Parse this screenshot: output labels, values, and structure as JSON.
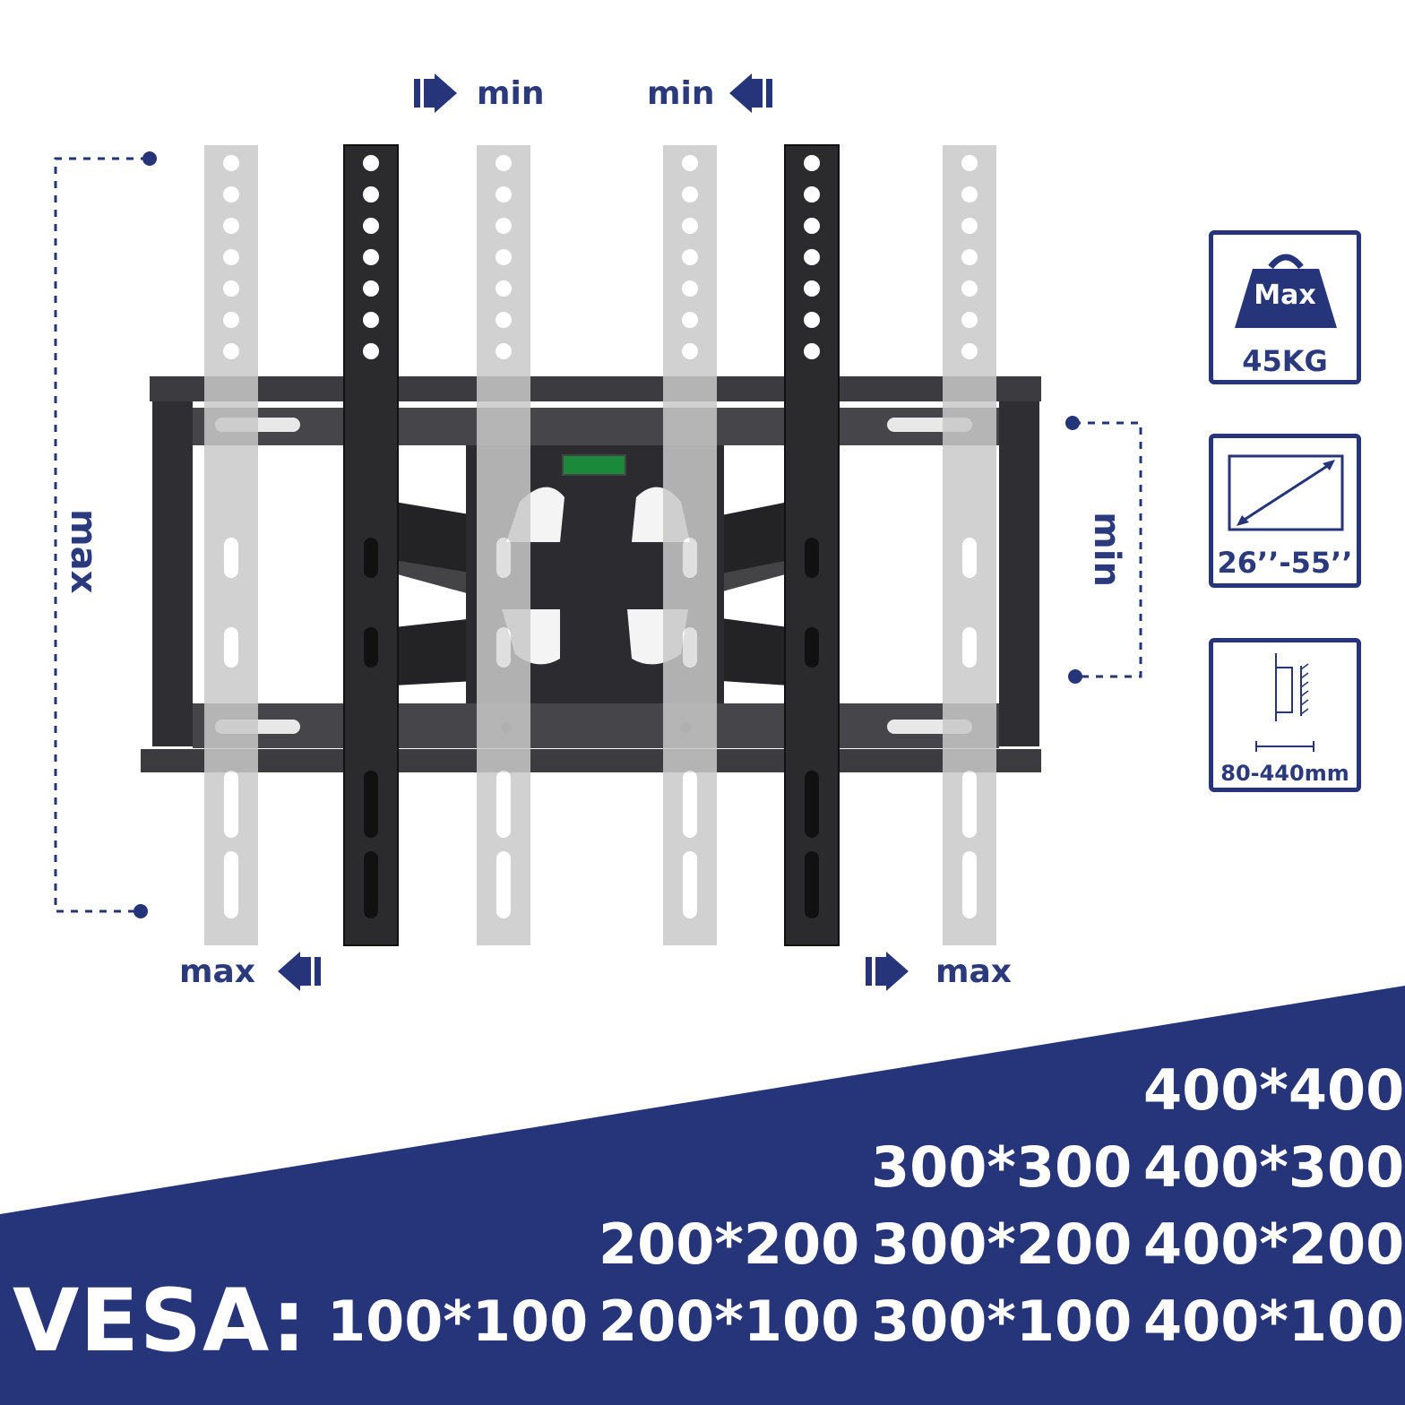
{
  "labels": {
    "min_left": "min",
    "min_right": "min",
    "max_vertical": "max",
    "min_vertical": "min",
    "max_left": "max",
    "max_right": "max"
  },
  "badges": {
    "load": {
      "title": "Max",
      "value": "45KG"
    },
    "size": {
      "value": "26’’-55’’"
    },
    "depth": {
      "value": "80-440mm"
    }
  },
  "vesa": {
    "title": "VESA:",
    "rows": [
      [
        "",
        "",
        "",
        "400*400"
      ],
      [
        "",
        "",
        "300*300",
        "400*300"
      ],
      [
        "",
        "200*200",
        "300*200",
        "400*200"
      ],
      [
        "100*100",
        "200*100",
        "300*100",
        "400*100"
      ]
    ]
  },
  "colors": {
    "brand_blue": "#26357a",
    "bracket_dark": "#2b2b2e",
    "bracket_ghost": "#c9c9c9"
  }
}
